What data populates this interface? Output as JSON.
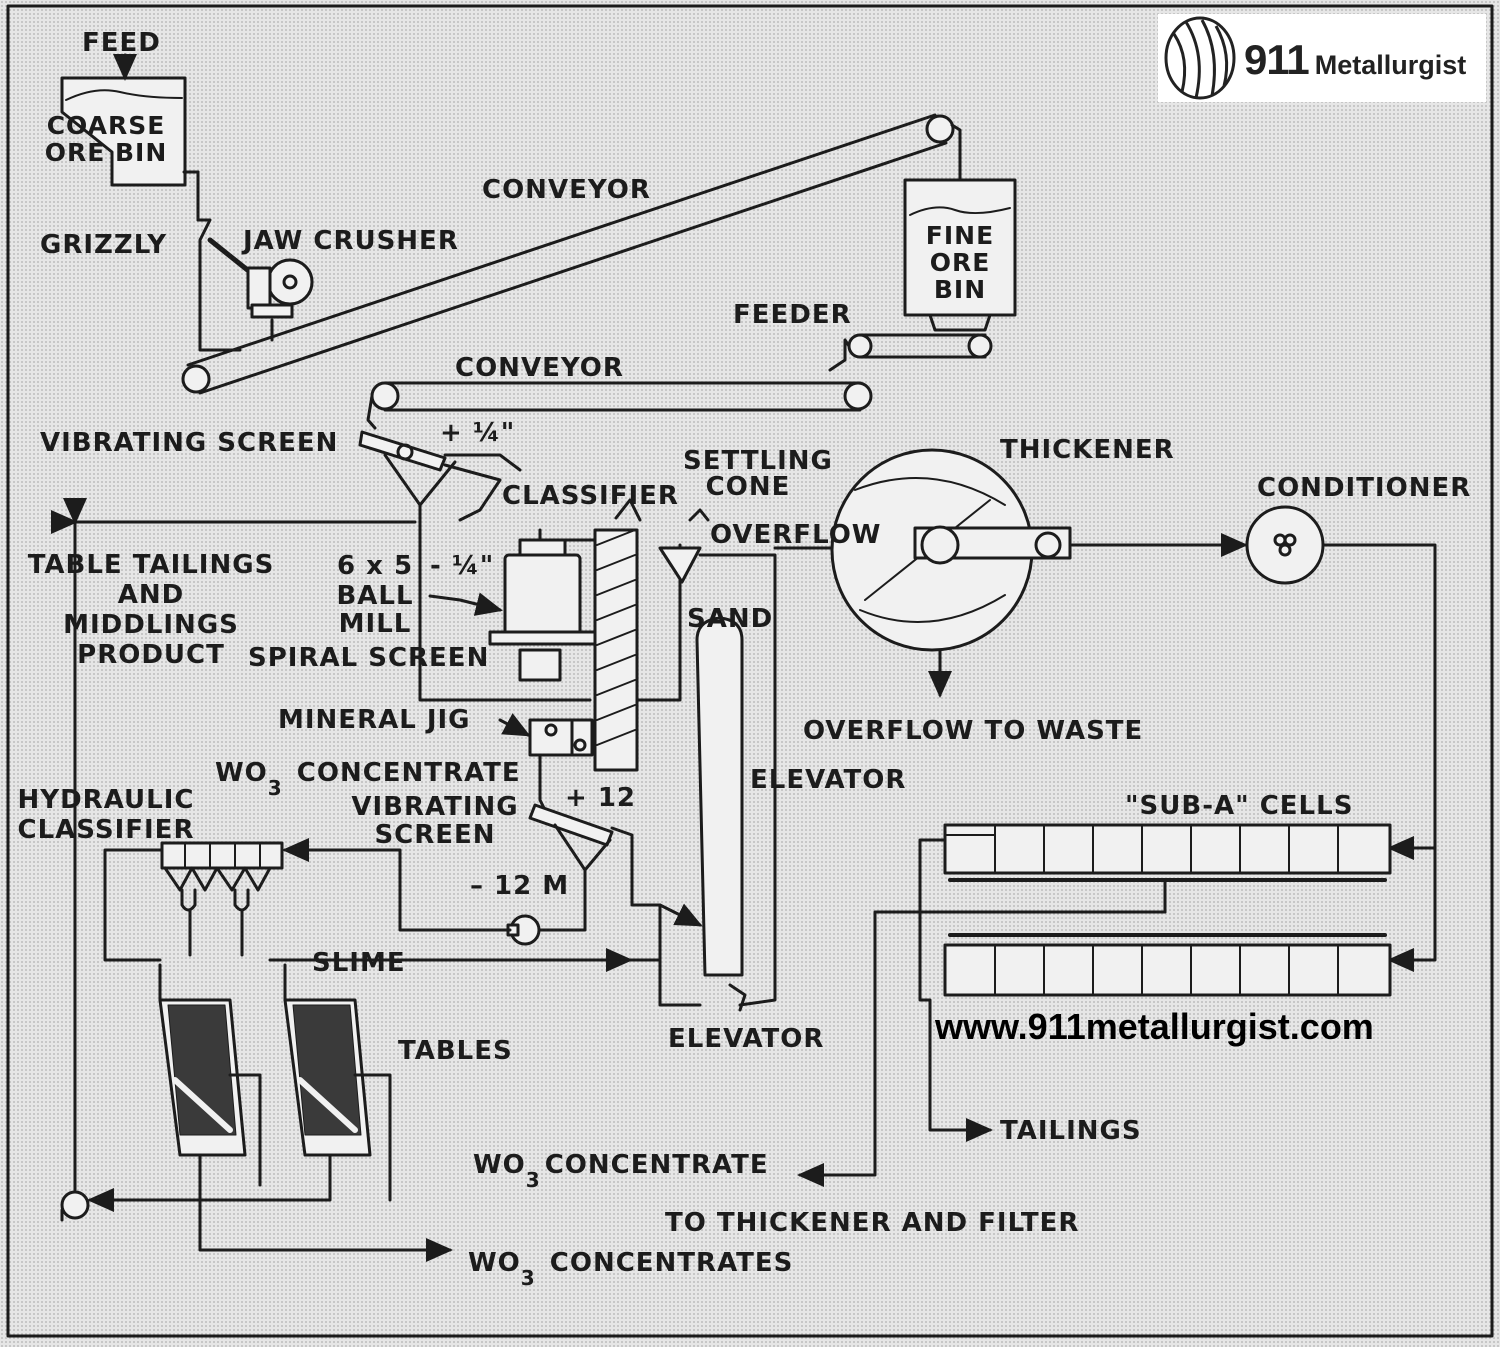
{
  "logo": {
    "number": "911",
    "name": "Metallurgist"
  },
  "website": "www.911metallurgist.com",
  "labels": {
    "feed": "FEED",
    "coarse_ore_bin_1": "COARSE",
    "coarse_ore_bin_2": "ORE BIN",
    "grizzly": "GRIZZLY",
    "jaw_crusher": "JAW CRUSHER",
    "conveyor_1": "CONVEYOR",
    "fine_ore_bin_1": "FINE",
    "fine_ore_bin_2": "ORE",
    "fine_ore_bin_3": "BIN",
    "feeder": "FEEDER",
    "conveyor_2": "CONVEYOR",
    "vibrating_screen_1": "VIBRATING SCREEN",
    "plus_quarter": "+ ¼\"",
    "settling_cone_1": "SETTLING",
    "settling_cone_2": "CONE",
    "classifier": "CLASSIFIER",
    "overflow": "OVERFLOW",
    "thickener": "THICKENER",
    "conditioner": "CONDITIONER",
    "table_tailings_1": "TABLE TAILINGS",
    "table_tailings_2": "AND",
    "table_tailings_3": "MIDDLINGS",
    "table_tailings_4": "PRODUCT",
    "ball_mill_size": "6 x 5",
    "minus_quarter": "- ¼\"",
    "ball_mill_1": "BALL",
    "ball_mill_2": "MILL",
    "sand": "SAND",
    "spiral_screen": "SPIRAL SCREEN",
    "mineral_jig": "MINERAL JIG",
    "overflow_to_waste": "OVERFLOW TO WASTE",
    "wo3_concentrate_1_a": "WO",
    "wo3_concentrate_1_sub": "3",
    "wo3_concentrate_1_b": "CONCENTRATE",
    "elevator_1": "ELEVATOR",
    "hydraulic_classifier_1": "HYDRAULIC",
    "hydraulic_classifier_2": "CLASSIFIER",
    "vibrating_screen_2_a": "VIBRATING",
    "vibrating_screen_2_b": "SCREEN",
    "plus_12": "+ 12",
    "sub_a_cells": "\"SUB-A\" CELLS",
    "minus_12m": "– 12 M",
    "slime": "SLIME",
    "tables": "TABLES",
    "elevator_2": "ELEVATOR",
    "tailings": "TAILINGS",
    "wo3_concentrate_2_a": "WO",
    "wo3_concentrate_2_sub": "3",
    "wo3_concentrate_2_b": "CONCENTRATE",
    "to_thickener_and_filter": "TO THICKENER AND FILTER",
    "wo3_concentrates_a": "WO",
    "wo3_concentrates_sub": "3",
    "wo3_concentrates_b": "CONCENTRATES"
  },
  "colors": {
    "ink": "#1c1c1c",
    "paper": "#e6e6e6"
  }
}
